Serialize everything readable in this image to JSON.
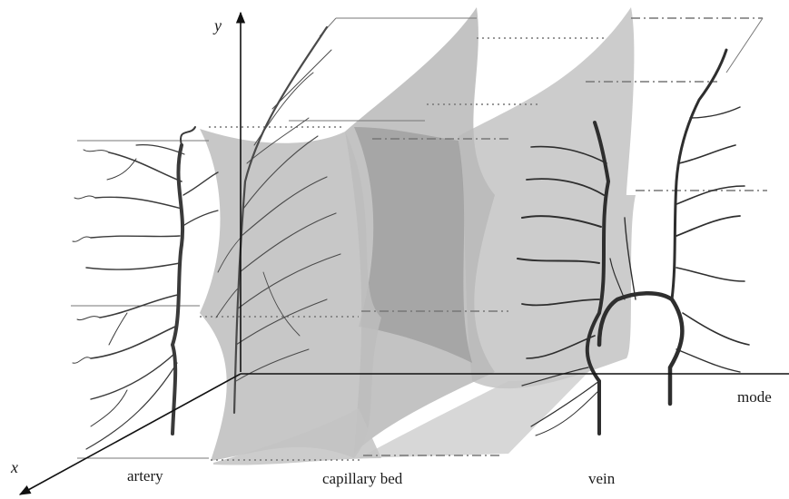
{
  "axes": {
    "x_label": "x",
    "y_label": "y",
    "mode_label": "mode"
  },
  "captions": {
    "artery": "artery",
    "capillary_bed": "capillary bed",
    "vein": "vein"
  },
  "colors": {
    "membrane_light": "#c9c9c9",
    "membrane_dark": "#9b9b9b",
    "vessel": "#3a3a3a",
    "axis": "#111111",
    "guide_line": "#777777"
  }
}
